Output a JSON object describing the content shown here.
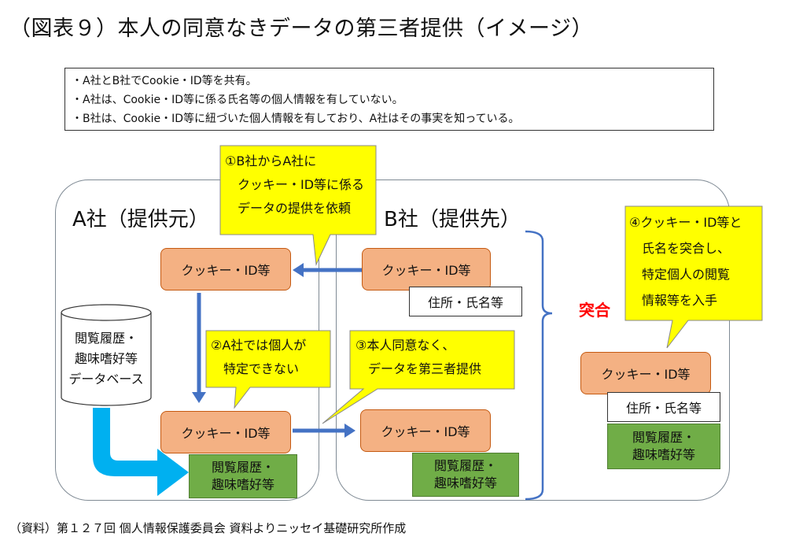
{
  "title": "（図表９）本人の同意なきデータの第三者提供（イメージ）",
  "notes": [
    "・A社とB社でCookie・ID等を共有。",
    "・A社は、Cookie・ID等に係る氏名等の個人情報を有していない。",
    "・B社は、Cookie・ID等に紐づいた個人情報を有しており、A社はその事実を知っている。"
  ],
  "company_a": {
    "label": "A社（提供元）"
  },
  "company_b": {
    "label": "B社（提供先）"
  },
  "cookie_id": "クッキー・ID等",
  "address_name": "住所・氏名等",
  "browsing": [
    "閲覧履歴・",
    "趣味嗜好等"
  ],
  "database": [
    "閲覧履歴・",
    "趣味嗜好等",
    "データベース"
  ],
  "match_label": "突合",
  "callouts": {
    "c1": [
      "①B社からA社に",
      "　クッキー・ID等に係る",
      "　データの提供を依頼"
    ],
    "c2": [
      "②A社では個人が",
      "　特定できない"
    ],
    "c3": [
      "③本人同意なく、",
      "　データを第三者提供"
    ],
    "c4": [
      "④クッキー・ID等と",
      "　氏名を突合し、",
      "　特定個人の閲覧",
      "　情報等を入手"
    ]
  },
  "source": "（資料）第１２７回 個人情報保護委員会 資料よりニッセイ基礎研究所作成",
  "colors": {
    "salmon": "#f4b183",
    "green": "#70ad47",
    "callout": "#ffff00",
    "arrow_blue": "#4472c4",
    "db_arrow": "#00b0f0",
    "match_red": "#ff0000"
  }
}
